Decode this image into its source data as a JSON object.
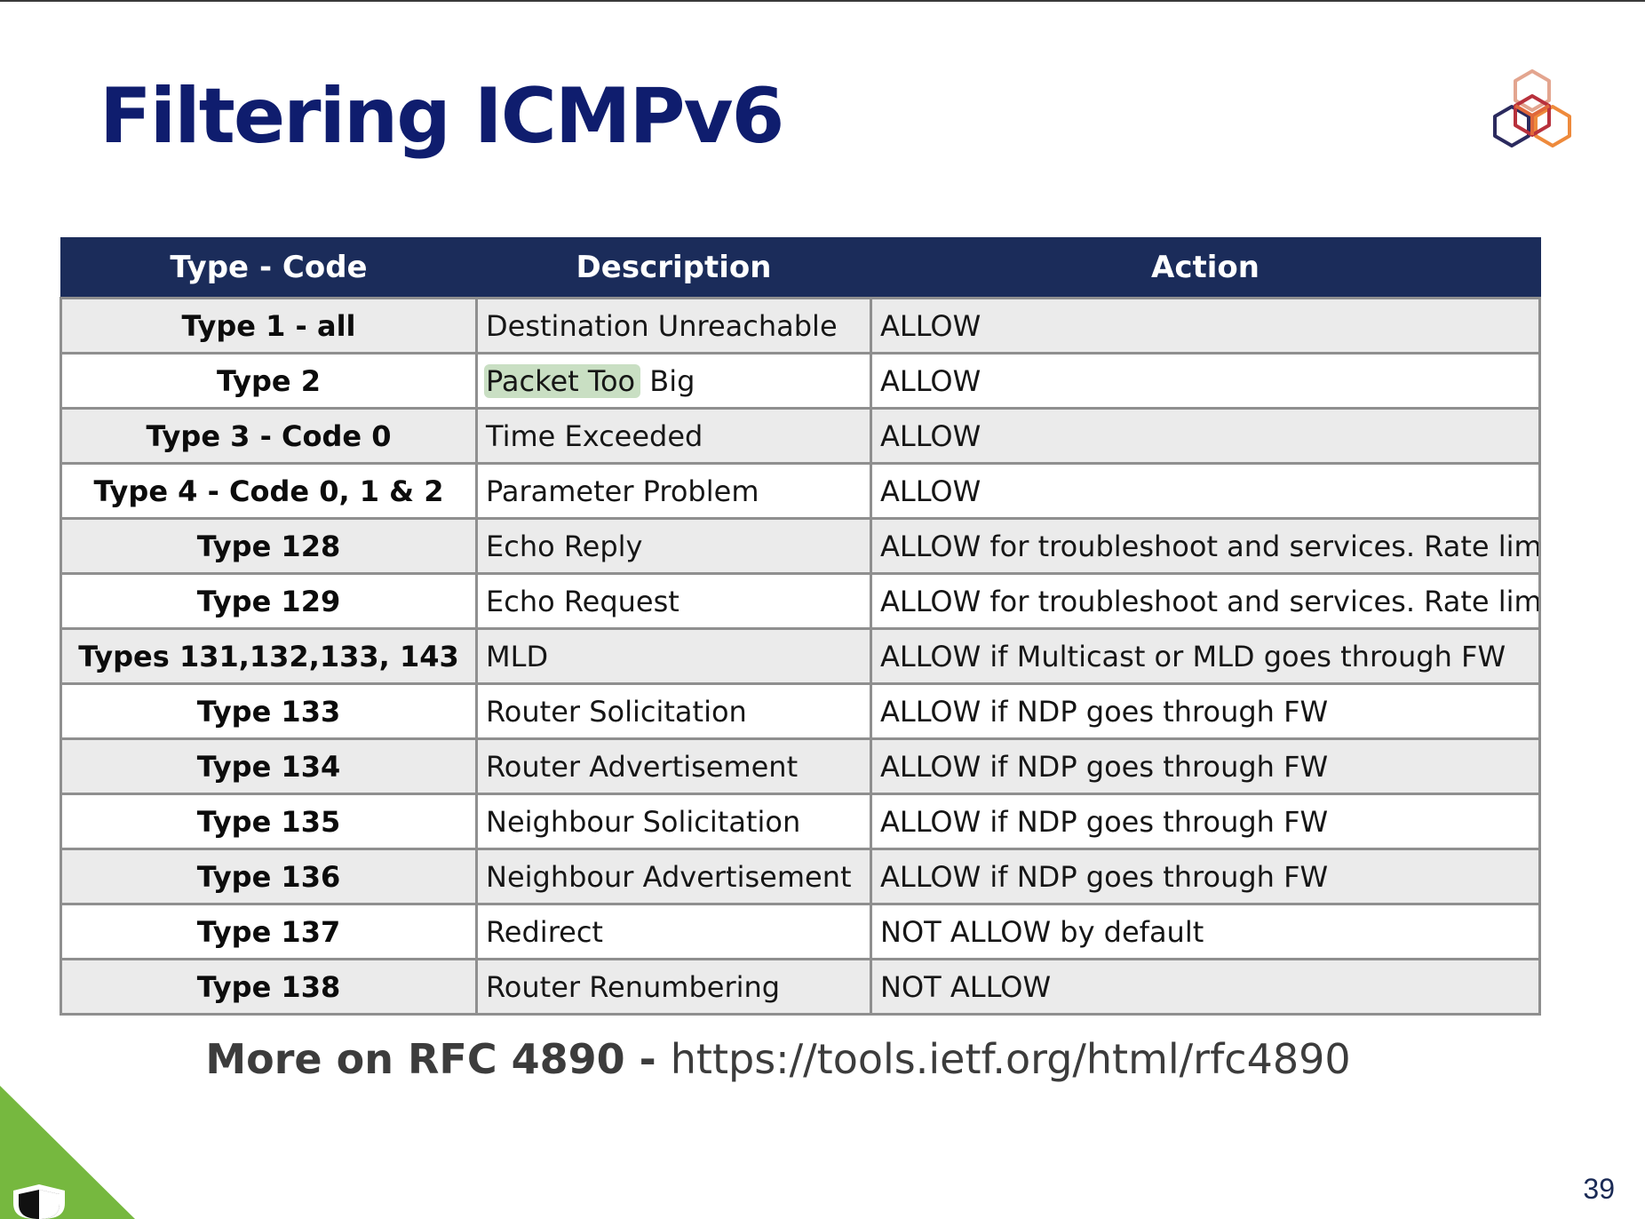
{
  "slide": {
    "title": "Filtering ICMPv6",
    "page_number": "39"
  },
  "table": {
    "headers": [
      "Type - Code",
      "Description",
      "Action"
    ],
    "rows": [
      {
        "type": "Type 1 - all",
        "description": "Destination Unreachable",
        "action": "ALLOW"
      },
      {
        "type": "Type 2",
        "description": "Packet Too Big",
        "action": "ALLOW"
      },
      {
        "type": "Type 3 - Code 0",
        "description": "Time Exceeded",
        "action": "ALLOW"
      },
      {
        "type": "Type 4 - Code 0, 1 & 2",
        "description": "Parameter Problem",
        "action": "ALLOW"
      },
      {
        "type": "Type 128",
        "description": "Echo Reply",
        "action": "ALLOW for troubleshoot and services. Rate limit"
      },
      {
        "type": "Type 129",
        "description": "Echo Request",
        "action": "ALLOW for troubleshoot and services. Rate limit"
      },
      {
        "type": "Types 131,132,133, 143",
        "description": "MLD",
        "action": "ALLOW if Multicast or MLD goes through FW"
      },
      {
        "type": "Type 133",
        "description": "Router Solicitation",
        "action": "ALLOW if NDP goes through FW"
      },
      {
        "type": "Type 134",
        "description": "Router Advertisement",
        "action": "ALLOW if NDP goes through FW"
      },
      {
        "type": "Type 135",
        "description": "Neighbour Solicitation",
        "action": "ALLOW if NDP goes through FW"
      },
      {
        "type": "Type 136",
        "description": "Neighbour Advertisement",
        "action": "ALLOW if NDP goes through FW"
      },
      {
        "type": "Type 137",
        "description": "Redirect",
        "action": "NOT ALLOW by default"
      },
      {
        "type": "Type 138",
        "description": "Router Renumbering",
        "action": "NOT ALLOW"
      }
    ],
    "highlight": {
      "text": "Packet Too",
      "rest": " Big",
      "color": "#c9dfc3"
    }
  },
  "footer": {
    "label": "More on RFC 4890 - ",
    "url": "https://tools.ietf.org/html/rfc4890"
  },
  "colors": {
    "title": "#0f1d6e",
    "header_bg": "#1b2c5a",
    "row_shaded": "#ebebeb",
    "corner_green": "#76b83f"
  },
  "icons": {
    "logo": "hexagon-cube-logo-icon",
    "corner": "shield-icon"
  }
}
